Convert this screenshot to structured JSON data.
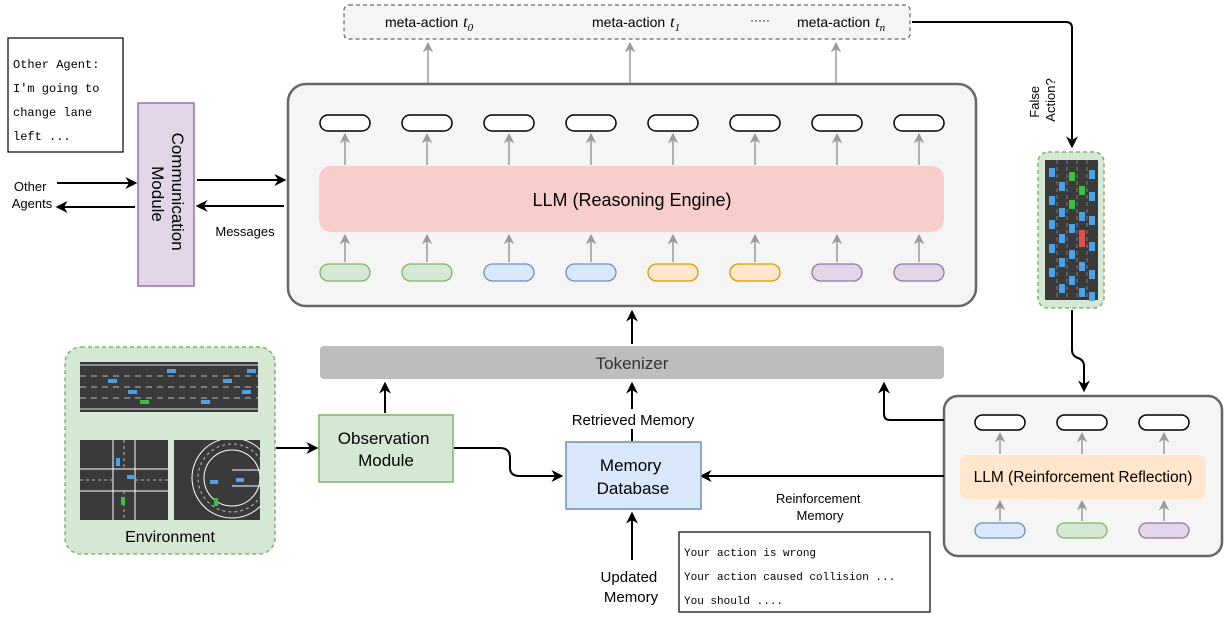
{
  "meta_actions": {
    "items": [
      {
        "label": "meta-action",
        "sub": "0"
      },
      {
        "label": "meta-action",
        "sub": "1"
      },
      {
        "label": "meta-action",
        "sub": "n"
      }
    ],
    "ellipsis": "·····",
    "var_letter": "t"
  },
  "agent_note": {
    "lines": [
      "Other Agent:",
      "I'm going to",
      "change lane",
      "left ..."
    ]
  },
  "communication": {
    "title_lines": [
      "Communication",
      "Module"
    ],
    "other_agents": [
      "Other",
      "Agents"
    ],
    "messages": "Messages"
  },
  "llm_main": {
    "label": "LLM (Reasoning Engine)",
    "input_tokens": [
      {
        "fill": "#d5e8d4",
        "stroke": "#82b366"
      },
      {
        "fill": "#d5e8d4",
        "stroke": "#82b366"
      },
      {
        "fill": "#dae8fc",
        "stroke": "#6c8ebf"
      },
      {
        "fill": "#dae8fc",
        "stroke": "#6c8ebf"
      },
      {
        "fill": "#ffe6cc",
        "stroke": "#d79b00"
      },
      {
        "fill": "#ffe6cc",
        "stroke": "#d79b00"
      },
      {
        "fill": "#e1d5e7",
        "stroke": "#9673a6"
      },
      {
        "fill": "#e1d5e7",
        "stroke": "#9673a6"
      }
    ],
    "output_token_count": 8
  },
  "false_action": [
    "False",
    "Action?"
  ],
  "tokenizer": {
    "label": "Tokenizer"
  },
  "environment": {
    "label": "Environment"
  },
  "observation": {
    "lines": [
      "Observation",
      "Module"
    ]
  },
  "memory_db": {
    "lines": [
      "Memory",
      "Database"
    ]
  },
  "retrieved_memory": "Retrieved Memory",
  "updated_memory": [
    "Updated",
    "Memory"
  ],
  "reinforcement_memory": [
    "Reinforcement",
    "Memory"
  ],
  "reflection": {
    "label": "LLM (Reinforcement Reflection)",
    "input_tokens": [
      {
        "fill": "#dae8fc",
        "stroke": "#6c8ebf"
      },
      {
        "fill": "#d5e8d4",
        "stroke": "#82b366"
      },
      {
        "fill": "#e1d5e7",
        "stroke": "#9673a6"
      }
    ]
  },
  "feedback_note": {
    "lines": [
      "Your action is wrong",
      "Your action caused collision ...",
      "You should ...."
    ]
  },
  "colors": {
    "llm_fill": "#f8cecc",
    "panel_fill": "#f5f5f5",
    "panel_stroke": "#666666",
    "tokenizer_fill": "#bdbdbd",
    "green_fill": "#d5e8d4",
    "green_stroke": "#82b366",
    "blue_fill": "#dae8fc",
    "blue_stroke": "#6c8ebf",
    "purple_fill": "#e1d5e7",
    "purple_stroke": "#9673a6",
    "orange_fill": "#ffe6cc",
    "road": "#3a3a3a",
    "car_blue": "#4aa3e8",
    "car_green": "#3fbf3f",
    "car_red": "#e05050"
  }
}
